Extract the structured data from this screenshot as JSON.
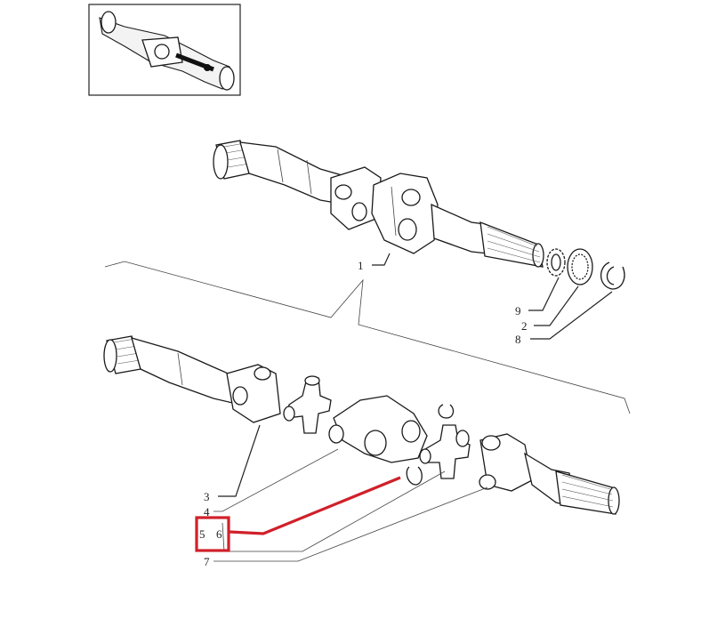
{
  "callouts": {
    "c1": "1",
    "c2": "2",
    "c3": "3",
    "c4": "4",
    "c5": "5",
    "c6": "6",
    "c7": "7",
    "c8": "8",
    "c9": "9"
  },
  "colors": {
    "highlight": "#d0202a",
    "line": "#222222"
  }
}
